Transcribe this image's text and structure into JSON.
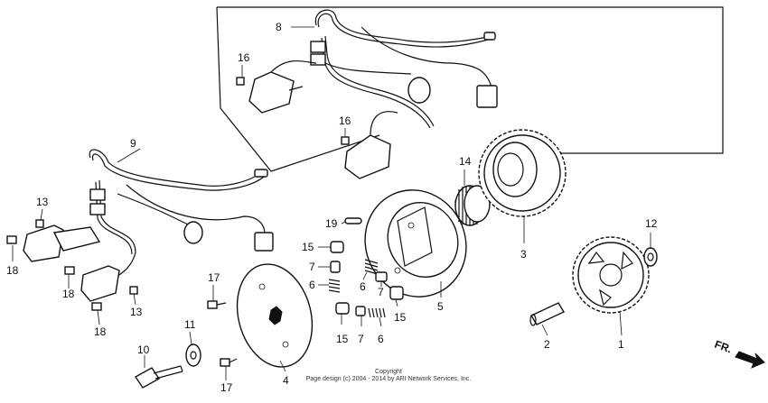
{
  "callouts": {
    "c1": "1",
    "c2": "2",
    "c3": "3",
    "c4": "4",
    "c5": "5",
    "c6a": "6",
    "c6b": "6",
    "c6c": "6",
    "c7a": "7",
    "c7b": "7",
    "c7c": "7",
    "c8": "8",
    "c9": "9",
    "c10": "10",
    "c11": "11",
    "c12": "12",
    "c13a": "13",
    "c13b": "13",
    "c14": "14",
    "c15a": "15",
    "c15b": "15",
    "c15c": "15",
    "c16a": "16",
    "c16b": "16",
    "c17a": "17",
    "c17b": "17",
    "c18a": "18",
    "c18b": "18",
    "c18c": "18",
    "c19": "19"
  },
  "front_indicator": "FR.",
  "copyright_line1": "Copyright",
  "copyright_line2": "Page design (c) 2004 - 2014 by ARI Network Services, Inc."
}
